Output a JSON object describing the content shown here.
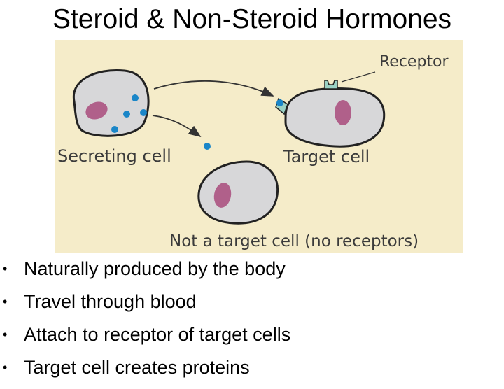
{
  "slide": {
    "title": "Steroid & Non-Steroid Hormones"
  },
  "figure": {
    "labels": {
      "receptor": "Receptor",
      "secreting_cell": "Secreting cell",
      "target_cell": "Target cell",
      "non_target_cell": "Not a target cell (no receptors)"
    },
    "colors": {
      "background": "#f5ecc9",
      "cell_fill": "#d7d7d9",
      "nucleus": "#b0608a",
      "hormone": "#1a86c8",
      "receptor": "#9ad1c4"
    }
  },
  "bullets": [
    "Naturally produced by the body",
    "Travel through blood",
    "Attach to receptor of target cells",
    "Target cell creates proteins"
  ]
}
